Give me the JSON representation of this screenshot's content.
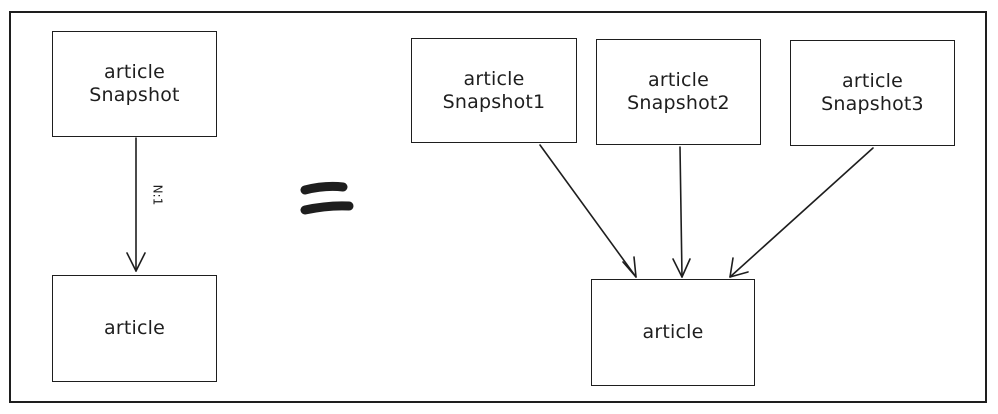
{
  "left_group": {
    "snapshot_box": {
      "line1": "article",
      "line2": "Snapshot"
    },
    "relation_label": "N:1",
    "article_box": {
      "label": "article"
    }
  },
  "right_group": {
    "snapshots": [
      {
        "line1": "article",
        "line2": "Snapshot1"
      },
      {
        "line1": "article",
        "line2": "Snapshot2"
      },
      {
        "line1": "article",
        "line2": "Snapshot3"
      }
    ],
    "article_box": {
      "label": "article"
    }
  },
  "colors": {
    "stroke": "#1e1e1e",
    "background": "#ffffff"
  }
}
